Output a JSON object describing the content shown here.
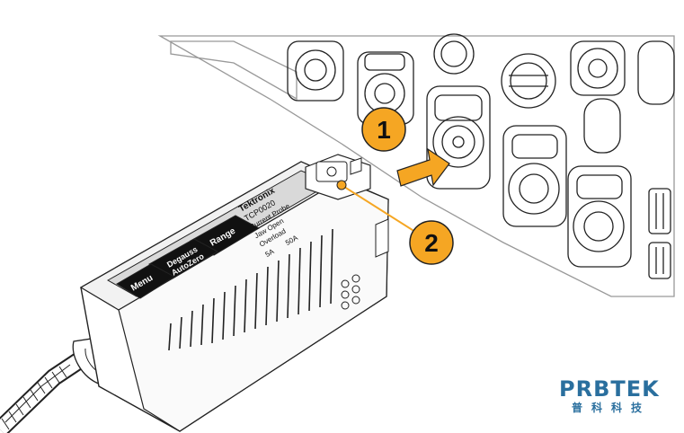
{
  "callouts": [
    {
      "number": "1",
      "color": "#f5a623"
    },
    {
      "number": "2",
      "color": "#f5a623"
    }
  ],
  "probe": {
    "brand": "Tektronix",
    "model": "TCP0020",
    "type": "Current Probe",
    "status_1": "Jaw Open",
    "status_2": "Overload",
    "range_low": "5A",
    "range_high": "50A",
    "buttons": {
      "range": "Range",
      "degauss_line1": "Degauss",
      "degauss_line2": "AutoZero",
      "menu": "Menu"
    }
  },
  "logo": {
    "name": "PRBTEK",
    "subtitle": "普科科技",
    "color": "#2a6f9e"
  },
  "colors": {
    "callout": "#f5a623",
    "arrow": "#f5a623",
    "leader_line": "#f5a623",
    "line_art": "#222222"
  }
}
